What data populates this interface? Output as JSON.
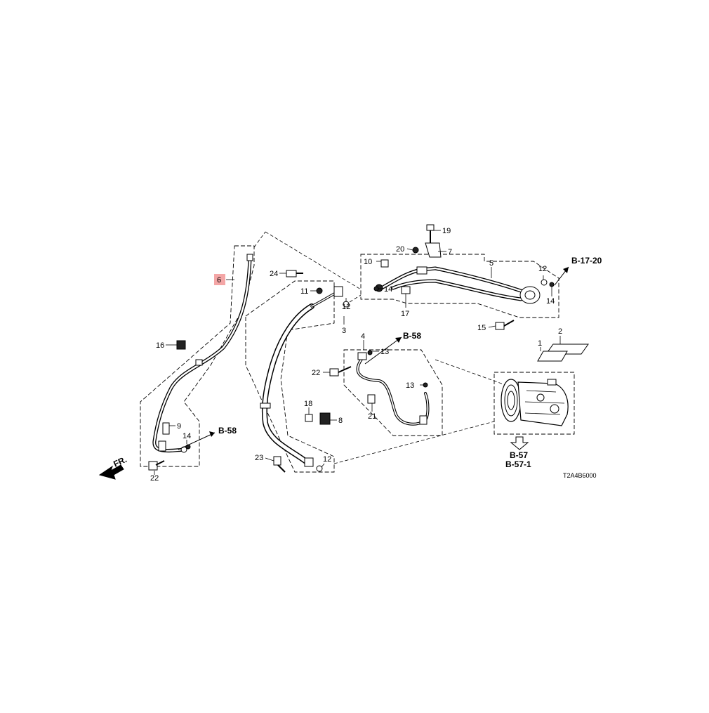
{
  "diagram": {
    "code": "T2A4B6000",
    "front_label": "FR.",
    "highlight_color": "#f4a6a6",
    "callouts": {
      "c1": "1",
      "c2": "2",
      "c3": "3",
      "c4": "4",
      "c5": "5",
      "c6": "6",
      "c7": "7",
      "c8": "8",
      "c9": "9",
      "c10": "10",
      "c11": "11",
      "c12a": "12",
      "c12b": "12",
      "c12c": "12",
      "c13a": "13",
      "c13b": "13",
      "c14a": "14",
      "c14b": "14",
      "c14c": "14",
      "c15": "15",
      "c16": "16",
      "c17": "17",
      "c18": "18",
      "c19": "19",
      "c20": "20",
      "c21": "21",
      "c22a": "22",
      "c22b": "22",
      "c23": "23",
      "c24": "24"
    },
    "refs": {
      "b58_left": "B-58",
      "b58_mid": "B-58",
      "b1720": "B-17-20",
      "b57": "B-57",
      "b571": "B-57-1"
    }
  }
}
